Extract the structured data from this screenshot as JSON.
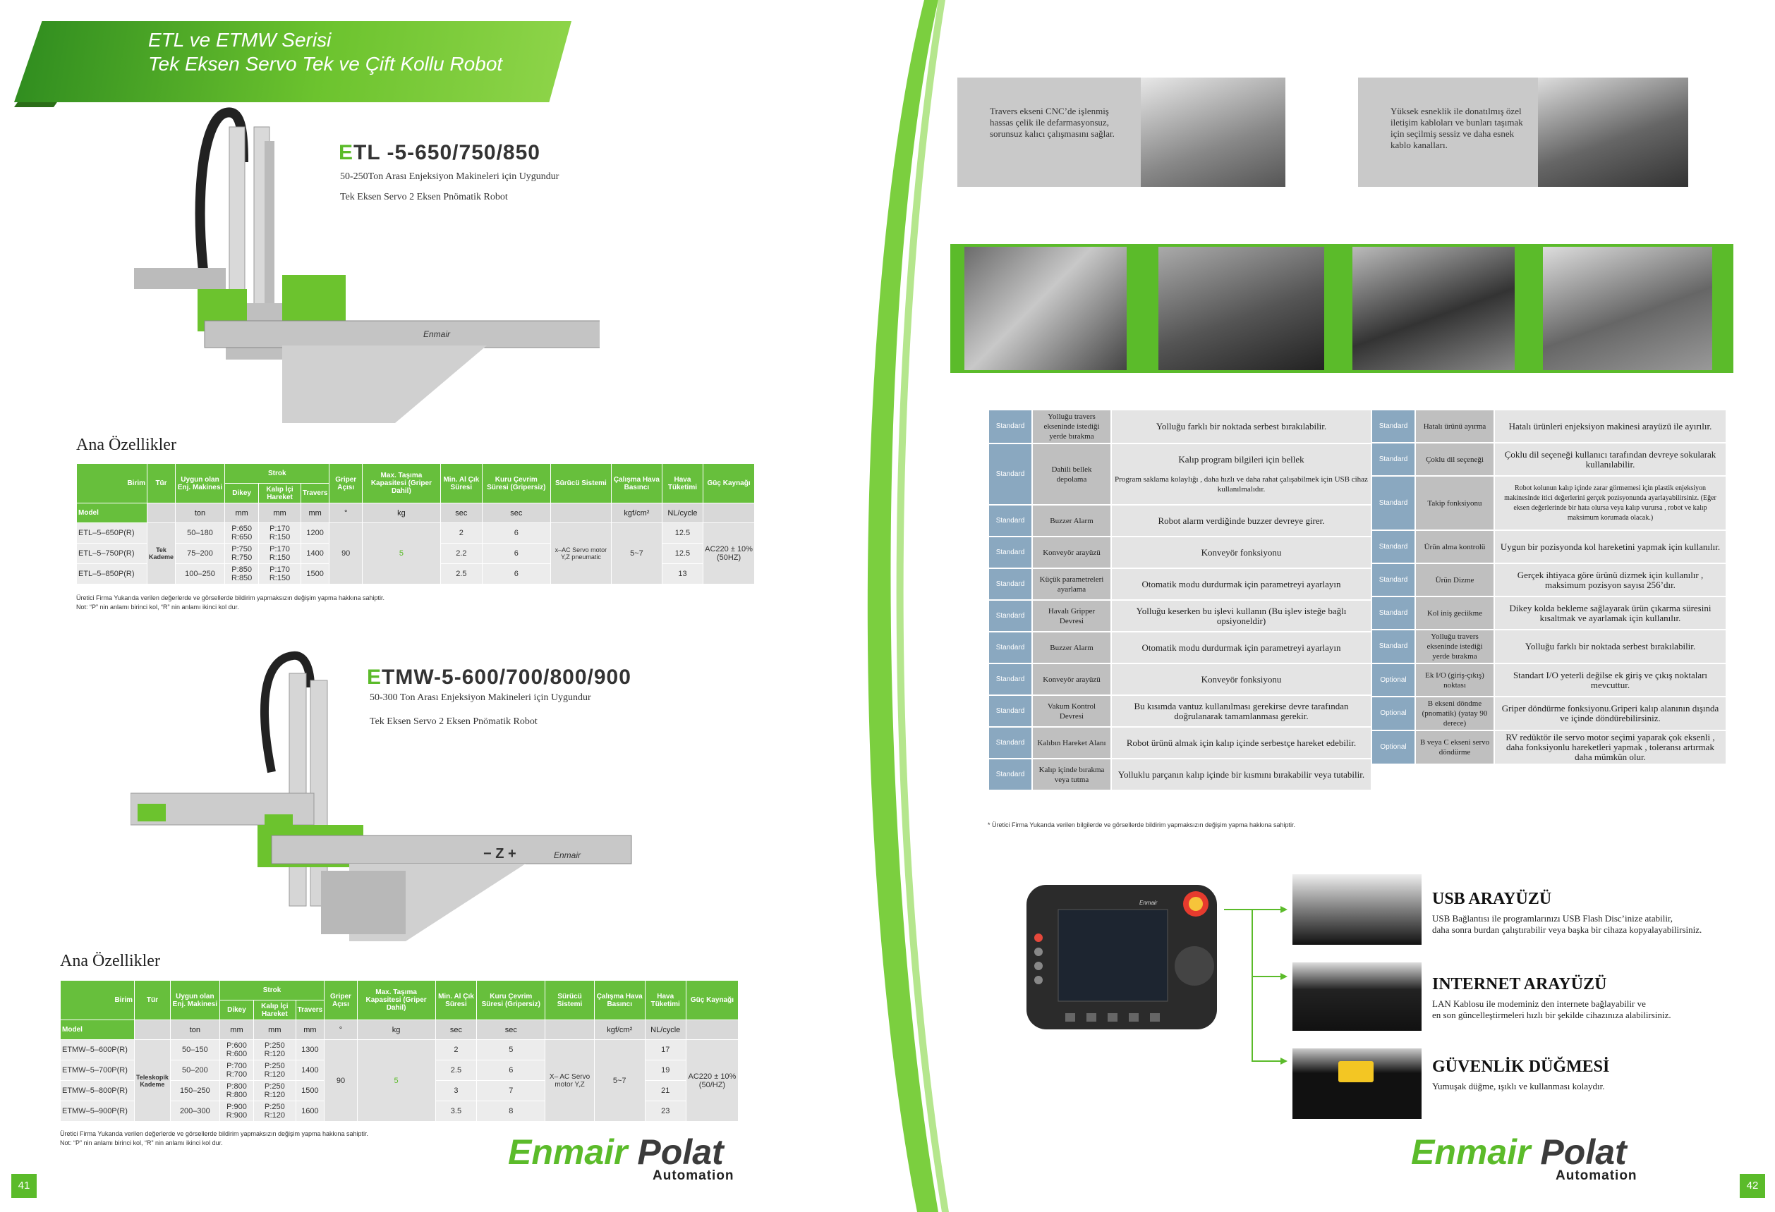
{
  "header": {
    "line1": "ETL  ve ETMW Serisi",
    "line2": "Tek Eksen Servo Tek ve Çift Kollu Robot"
  },
  "etl": {
    "title_e": "E",
    "title_rest": "TL -5-650/750/850",
    "line1": "50-250Ton Arası Enjeksiyon Makineleri için Uygundur",
    "line2": "Tek Eksen Servo 2 Eksen Pnömatik Robot",
    "brand_on_machine": "Enmair",
    "features_heading": "Ana Özellikler",
    "table": {
      "h_birim": "Birim",
      "h_model": "Model",
      "h_tur": "Tür",
      "h_uygun": "Uygun olan Enj. Makinesi",
      "h_strok": "Strok",
      "h_dikey": "Dikey",
      "h_kalip": "Kalıp İçi Hareket",
      "h_travers": "Travers",
      "h_griper": "Griper Açısı",
      "h_max": "Max. Taşıma Kapasitesi (Griper Dahil)",
      "h_min": "Min. Al Çık Süresi",
      "h_kuru": "Kuru Çevrim Süresi (Gripersiz)",
      "h_surucu": "Sürücü Sistemi",
      "h_calisma": "Çalışma Hava Basıncı",
      "h_hava": "Hava Tüketimi",
      "h_guc": "Güç Kaynağı",
      "units": [
        "ton",
        "mm",
        "mm",
        "mm",
        "°",
        "kg",
        "sec",
        "sec",
        "kgf/cm²",
        "NL/cycle"
      ],
      "tur": "Tek Kademe",
      "griper": "90",
      "max": "5",
      "surucu": "x–AC Servo motor Y,Z pneumatic",
      "basinc": "5~7",
      "guc": "AC220 ± 10% (50HZ)",
      "rows": [
        {
          "model": "ETL–5–650P(R)",
          "uygun": "50–180",
          "dikey": "P:650 R:650",
          "kalip": "P:170 R:150",
          "travers": "1200",
          "min": "2",
          "kuru": "6",
          "hava": "12.5"
        },
        {
          "model": "ETL–5–750P(R)",
          "uygun": "75–200",
          "dikey": "P:750 R:750",
          "kalip": "P:170 R:150",
          "travers": "1400",
          "min": "2.2",
          "kuru": "6",
          "hava": "12.5"
        },
        {
          "model": "ETL–5–850P(R)",
          "uygun": "100–250",
          "dikey": "P:850 R:850",
          "kalip": "P:170 R:150",
          "travers": "1500",
          "min": "2.5",
          "kuru": "6",
          "hava": "13"
        }
      ]
    },
    "note1": "Üretici Firma Yukarıda verilen değerlerde ve görsellerde bildirim yapmaksızın değişim yapma hakkına sahiptir.",
    "note2": "Not: “P” nin anlamı birinci kol, “R” nin anlamı ikinci kol dur."
  },
  "etmw": {
    "title_e": "E",
    "title_rest": "TMW-5-600/700/800/900",
    "line1": "50-300 Ton Arası Enjeksiyon Makineleri için Uygundur",
    "line2": "Tek Eksen Servo 2 Eksen Pnömatik Robot",
    "axis_label": "−  Z  +",
    "brand_on_machine": "Enmair",
    "features_heading": "Ana Özellikler",
    "table": {
      "tur": "Teleskopik Kademe",
      "griper": "90",
      "max": "5",
      "surucu": "X– AC Servo motor Y,Z",
      "basinc": "5~7",
      "guc": "AC220 ± 10% (50/HZ)",
      "rows": [
        {
          "model": "ETMW–5–600P(R)",
          "uygun": "50–150",
          "dikey": "P:600 R:600",
          "kalip": "P:250 R:120",
          "travers": "1300",
          "min": "2",
          "kuru": "5",
          "hava": "17"
        },
        {
          "model": "ETMW–5–700P(R)",
          "uygun": "50–200",
          "dikey": "P:700 R:700",
          "kalip": "P:250 R:120",
          "travers": "1400",
          "min": "2.5",
          "kuru": "6",
          "hava": "19"
        },
        {
          "model": "ETMW–5–800P(R)",
          "uygun": "150–250",
          "dikey": "P:800 R:800",
          "kalip": "P:250 R:120",
          "travers": "1500",
          "min": "3",
          "kuru": "7",
          "hava": "21"
        },
        {
          "model": "ETMW–5–900P(R)",
          "uygun": "200–300",
          "dikey": "P:900 R:900",
          "kalip": "P:250 R:120",
          "travers": "1600",
          "min": "3.5",
          "kuru": "8",
          "hava": "23"
        }
      ]
    },
    "note1": "Üretici Firma Yukarıda verilen değerlerde ve görsellerde bildirim yapmaksızın değişim yapma hakkına sahiptir.",
    "note2": "Not: “P” nin anlamı birinci kol, “R” nin anlamı ikinci kol dur."
  },
  "captions": {
    "c1": "Travers ekseni CNC’de işlenmiş hassas çelik ile defarmasyonsuz, sorunsuz kalıcı çalışmasını sağlar.",
    "c2": "Yüksek esneklik ile donatılmış özel iletişim kabloları ve bunları taşımak için seçilmiş sessiz ve daha esnek kablo kanalları."
  },
  "features_left": [
    {
      "std": "Standard",
      "name": "Yolluğu travers ekseninde istediği yerde bırakma",
      "desc": "Yolluğu  farklı bir noktada serbest bırakılabilir."
    },
    {
      "std": "Standard",
      "name": "Dahili bellek depolama",
      "desc": "Kalıp program bilgileri için bellek",
      "desc2": "Program saklama kolaylığı , daha hızlı ve daha rahat çalışabilmek için USB cihaz kullanılmalıdır."
    },
    {
      "std": "Standard",
      "name": "Buzzer Alarm",
      "desc": "Robot alarm verdiğinde buzzer devreye girer."
    },
    {
      "std": "Standard",
      "name": "Konveyör arayüzü",
      "desc": "Konveyör fonksiyonu"
    },
    {
      "std": "Standard",
      "name": "Küçük parametreleri ayarlama",
      "desc": "Otomatik modu durdurmak için parametreyi ayarlayın"
    },
    {
      "std": "Standard",
      "name": "Havalı Gripper Devresi",
      "desc": "Yolluğu keserken bu işlevi kullanın (Bu işlev isteğe bağlı opsiyoneldir)"
    },
    {
      "std": "Standard",
      "name": "Buzzer Alarm",
      "desc": "Otomatik modu durdurmak için parametreyi ayarlayın"
    },
    {
      "std": "Standard",
      "name": "Konveyör arayüzü",
      "desc": "Konveyör fonksiyonu"
    },
    {
      "std": "Standard",
      "name": "Vakum Kontrol Devresi",
      "desc": "Bu kısımda vantuz kullanılması gerekirse devre tarafından doğrulanarak tamamlanması gerekir."
    },
    {
      "std": "Standard",
      "name": "Kalıbın Hareket Alanı",
      "desc": "Robot ürünü almak için kalıp içinde serbestçe hareket edebilir."
    },
    {
      "std": "Standard",
      "name": "Kalıp içinde bırakma veya tutma",
      "desc": "Yolluklu parçanın kalıp içinde bir kısmını bırakabilir veya tutabilir."
    }
  ],
  "features_right": [
    {
      "std": "Standard",
      "name": "Hatalı ürünü ayırma",
      "desc": "Hatalı ürünleri enjeksiyon makinesi arayüzü ile ayırılır."
    },
    {
      "std": "Standard",
      "name": "Çoklu dil seçeneği",
      "desc": "Çoklu dil seçeneği kullanıcı tarafından devreye sokularak kullanılabilir."
    },
    {
      "std": "Standard",
      "name": "Takip fonksiyonu",
      "desc": "Robot kolunun kalıp içinde zarar görmemesi için plastik enjeksiyon makinesinde itici değerlerini gerçek pozisyonunda ayarlayabilirsiniz. (Eğer eksen değerlerinde bir hata olursa veya kalıp vurursa , robot ve kalıp maksimum korumada olacak.)"
    },
    {
      "std": "Standard",
      "name": "Ürün alma kontrolü",
      "desc": "Uygun bir pozisyonda kol hareketini yapmak için kullanılır."
    },
    {
      "std": "Standard",
      "name": "Ürün Dizme",
      "desc": "Gerçek ihtiyaca göre ürünü dizmek için kullanılır , maksimum pozisyon sayısı 256’dır."
    },
    {
      "std": "Standard",
      "name": "Kol iniş geciikme",
      "desc": "Dikey kolda bekleme sağlayarak ürün çıkarma süresini kısaltmak ve ayarlamak için kullanılır."
    },
    {
      "std": "Standard",
      "name": "Yolluğu travers ekseninde istediği yerde bırakma",
      "desc": "Yolluğu  farklı bir noktada serbest bırakılabilir."
    },
    {
      "std": "Optional",
      "name": "Ek I/O (giriş-çıkış) noktası",
      "desc": "Standart I/O yeterli değilse ek giriş ve çıkış noktaları mevcuttur."
    },
    {
      "std": "Optional",
      "name": "B ekseni döndme (pnomatik) (yatay 90 derece)",
      "desc": "Griper döndürme fonksiyonu.Griperi kalıp alanının dışında ve içinde döndürebilirsiniz."
    },
    {
      "std": "Optional",
      "name": "B veya C ekseni servo döndürme",
      "desc": "RV redüktör ile servo motor seçimi yaparak  çok eksenli , daha fonksiyonlu hareketleri yapmak , toleransı artırmak daha mümkün olur."
    }
  ],
  "features_note": "*  Üretici Firma Yukarıda verilen bilgilerde ve görsellerde bildirim yapmaksızın değişim yapma hakkına sahiptir.",
  "pendant": {
    "brand": "Enmair"
  },
  "interfaces": [
    {
      "title": "USB ARAYÜZÜ",
      "text1": "USB Bağlantısı ile programlarınızı USB Flash Disc’inize atabilir,",
      "text2": "daha sonra burdan çalıştırabilir veya başka bir cihaza kopyalayabilirsiniz."
    },
    {
      "title": "INTERNET ARAYÜZÜ",
      "text1": "LAN Kablosu ile modeminiz den internete bağlayabilir ve",
      "text2": "en son güncelleştirmeleri hızlı bir şekilde cihazınıza alabilirsiniz."
    },
    {
      "title": "GÜVENLİK DÜĞMESİ",
      "text1": "Yumuşak düğme, ışıklı ve kullanması kolaydır.",
      "text2": ""
    }
  ],
  "logo": {
    "part1": "Enmair",
    "part2": "Polat",
    "sub": "Automation"
  },
  "pages": {
    "left": "41",
    "right": "42"
  },
  "colors": {
    "brand_green": "#5bbb2a",
    "table_green": "#67bf3c",
    "std_blue": "#8aa8c0"
  }
}
